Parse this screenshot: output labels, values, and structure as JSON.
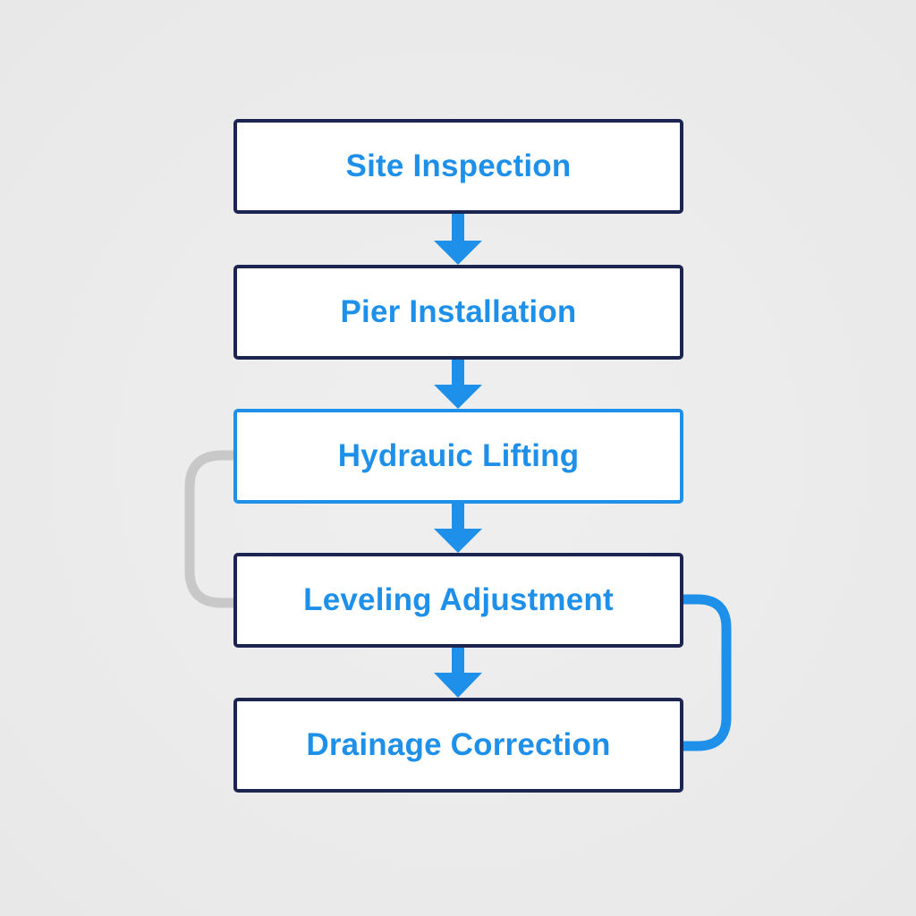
{
  "diagram": {
    "steps": [
      {
        "label": "Site Inspection",
        "state": "normal"
      },
      {
        "label": "Pier Installation",
        "state": "normal"
      },
      {
        "label": "Hydrauic Lifting",
        "state": "active"
      },
      {
        "label": "Leveling Adjustment",
        "state": "normal"
      },
      {
        "label": "Drainage Correction",
        "state": "normal"
      }
    ],
    "links": [
      {
        "from": "Site Inspection",
        "to": "Pier Installation",
        "kind": "arrow"
      },
      {
        "from": "Pier Installation",
        "to": "Hydrauic Lifting",
        "kind": "arrow"
      },
      {
        "from": "Hydrauic Lifting",
        "to": "Leveling Adjustment",
        "kind": "arrow"
      },
      {
        "from": "Leveling Adjustment",
        "to": "Drainage Correction",
        "kind": "arrow"
      },
      {
        "from": "Hydrauic Lifting",
        "to": "Leveling Adjustment",
        "kind": "loop-left",
        "color": "#c8c8c8"
      },
      {
        "from": "Leveling Adjustment",
        "to": "Drainage Correction",
        "kind": "loop-right",
        "color": "#1e90ea"
      }
    ],
    "colors": {
      "background": "#ebebeb",
      "box_fill": "#ffffff",
      "box_border": "#1b2550",
      "active_border": "#1e90ea",
      "text": "#1e90ea",
      "arrow": "#1e90ea",
      "loop_left": "#c8c8c8",
      "loop_right": "#1e90ea"
    }
  }
}
